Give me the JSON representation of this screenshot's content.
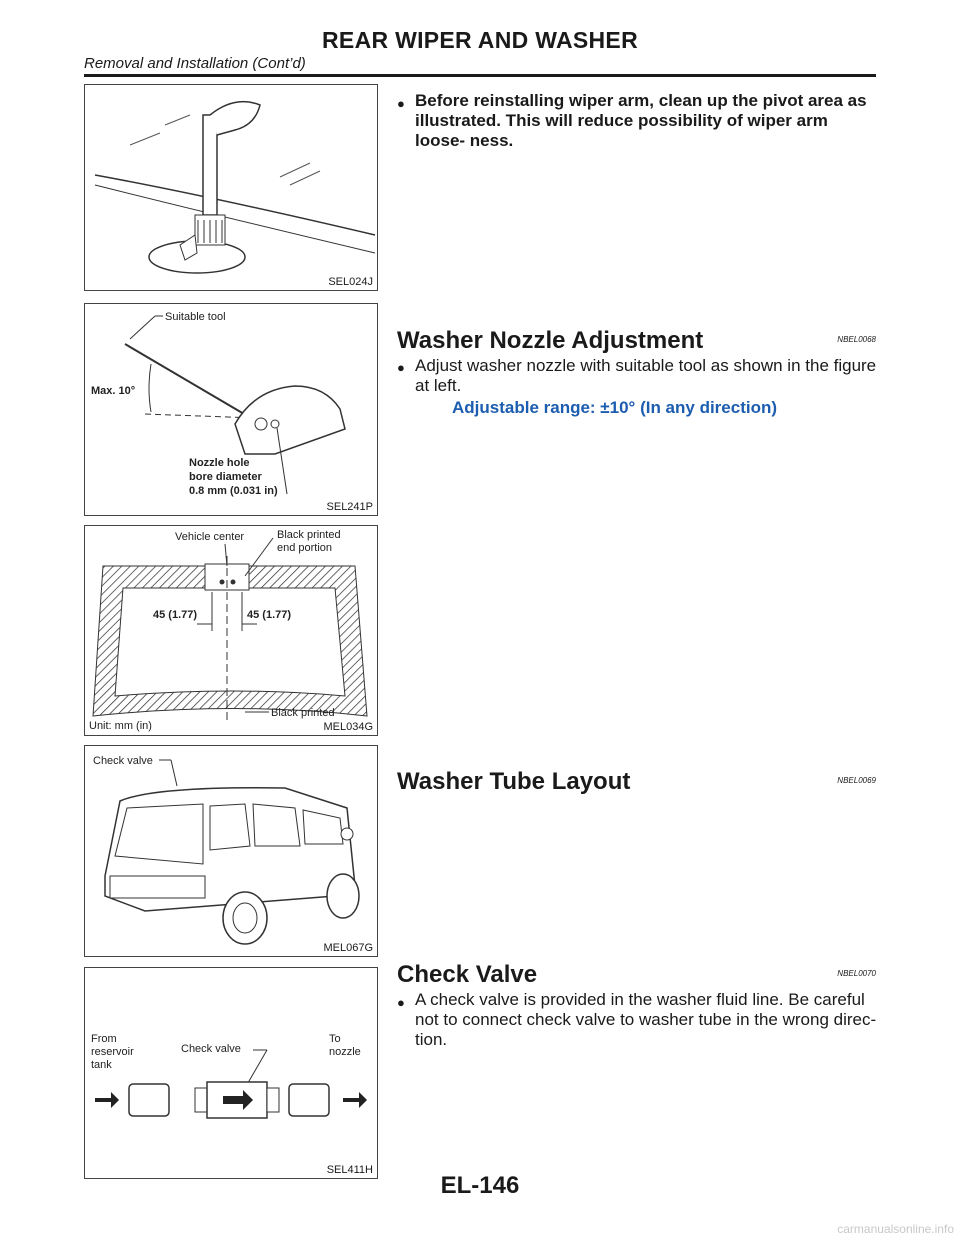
{
  "header": {
    "title": "REAR WIPER AND WASHER",
    "subtitle": "Removal and Installation (Cont’d)"
  },
  "sections": {
    "wiper_note": {
      "bullet": "●",
      "text": "Before reinstalling wiper arm, clean up the pivot area as illustrated. This will reduce possibility of wiper arm loose- ness."
    },
    "nozzle": {
      "title": "Washer Nozzle Adjustment",
      "ref": "NBEL0068",
      "bullet": "●",
      "text": "Adjust washer nozzle with suitable tool as shown in the figure at left.",
      "spec": "Adjustable range: ±10° (In any direction)"
    },
    "tube": {
      "title": "Washer Tube Layout",
      "ref": "NBEL0069"
    },
    "check": {
      "title": "Check Valve",
      "ref": "NBEL0070",
      "bullet": "●",
      "text": "A check valve is provided in the washer fluid line. Be careful not to connect check valve to washer tube in the wrong direc- tion."
    }
  },
  "figures": {
    "fig1": {
      "code": "SEL024J"
    },
    "fig2": {
      "code": "SEL241P",
      "labels": {
        "tool": "Suitable tool",
        "max": "Max. 10°",
        "hole1": "Nozzle hole",
        "hole2": "bore diameter",
        "hole3": "0.8 mm (0.031 in)"
      }
    },
    "fig3": {
      "code": "MEL034G",
      "labels": {
        "center": "Vehicle center",
        "black1": "Black printed",
        "black2": "end portion",
        "dim_left": "45 (1.77)",
        "dim_right": "45 (1.77)",
        "black_bottom": "Black printed",
        "unit": "Unit: mm (in)"
      }
    },
    "fig4": {
      "code": "MEL067G",
      "labels": {
        "check": "Check valve"
      }
    },
    "fig5": {
      "code": "SEL411H",
      "labels": {
        "from1": "From",
        "from2": "reservoir",
        "from3": "tank",
        "check": "Check valve",
        "to1": "To",
        "to2": "nozzle"
      }
    }
  },
  "footer": {
    "page": "EL-146"
  },
  "watermark": "carmanualsonline.info"
}
